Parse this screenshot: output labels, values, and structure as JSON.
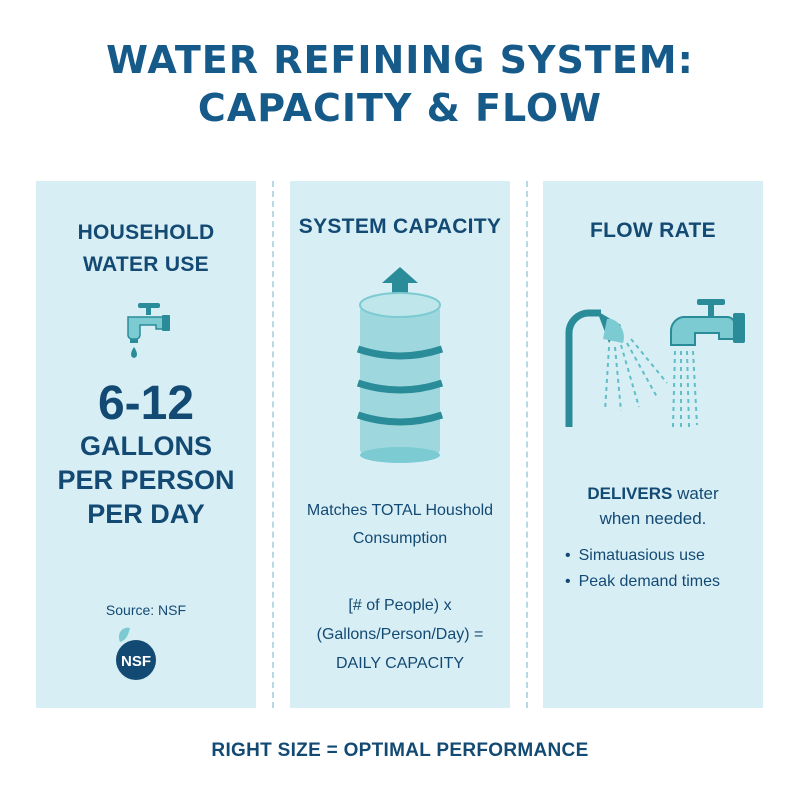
{
  "title": {
    "line1": "WATER REFINING SYSTEM:",
    "line2": "CAPACITY & FLOW"
  },
  "panels": {
    "household": {
      "heading_line1": "HOUSEHOLD",
      "heading_line2": "WATER USE",
      "range": "6-12",
      "unit_line1": "GALLONS",
      "unit_line2": "PER PERSON",
      "unit_line3": "PER DAY",
      "source": "Source: NSF",
      "logo_text": "NSF",
      "icon": "faucet-drop-icon"
    },
    "capacity": {
      "heading": "SYSTEM CAPACITY",
      "desc_line1": "Matches TOTAL Houshold",
      "desc_line2": "Consumption",
      "formula_line1": "[# of People) x",
      "formula_line2": "(Gallons/Person/Day) =",
      "formula_line3": "DAILY CAPACITY",
      "icon": "water-tank-icon"
    },
    "flow": {
      "heading": "FLOW RATE",
      "delivers_strong": "DELIVERS",
      "delivers_rest": " water",
      "delivers_line2": "when needed.",
      "bullets": [
        "Simatuasious use",
        "Peak demand times"
      ],
      "icon": "shower-faucet-icon"
    }
  },
  "footer": "RIGHT SIZE = OPTIMAL PERFORMANCE",
  "colors": {
    "panel_bg": "#d8eef5",
    "text": "#134a73",
    "icon_fill": "#7ccad2",
    "icon_dark": "#2a8c99",
    "logo": "#134a73"
  }
}
